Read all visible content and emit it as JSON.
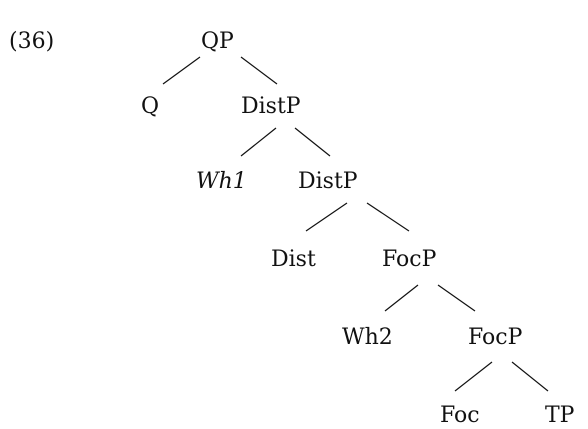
{
  "example_number": "(36)",
  "nodes": {
    "qp": "QP",
    "q": "Q",
    "distp_1": "DistP",
    "wh1": "Wh1",
    "distp_2": "DistP",
    "dist": "Dist",
    "focp_1": "FocP",
    "wh2_w": "W",
    "wh2_rest": "h2",
    "focp_2": "FocP",
    "foc": "Foc",
    "tp": "TP"
  }
}
